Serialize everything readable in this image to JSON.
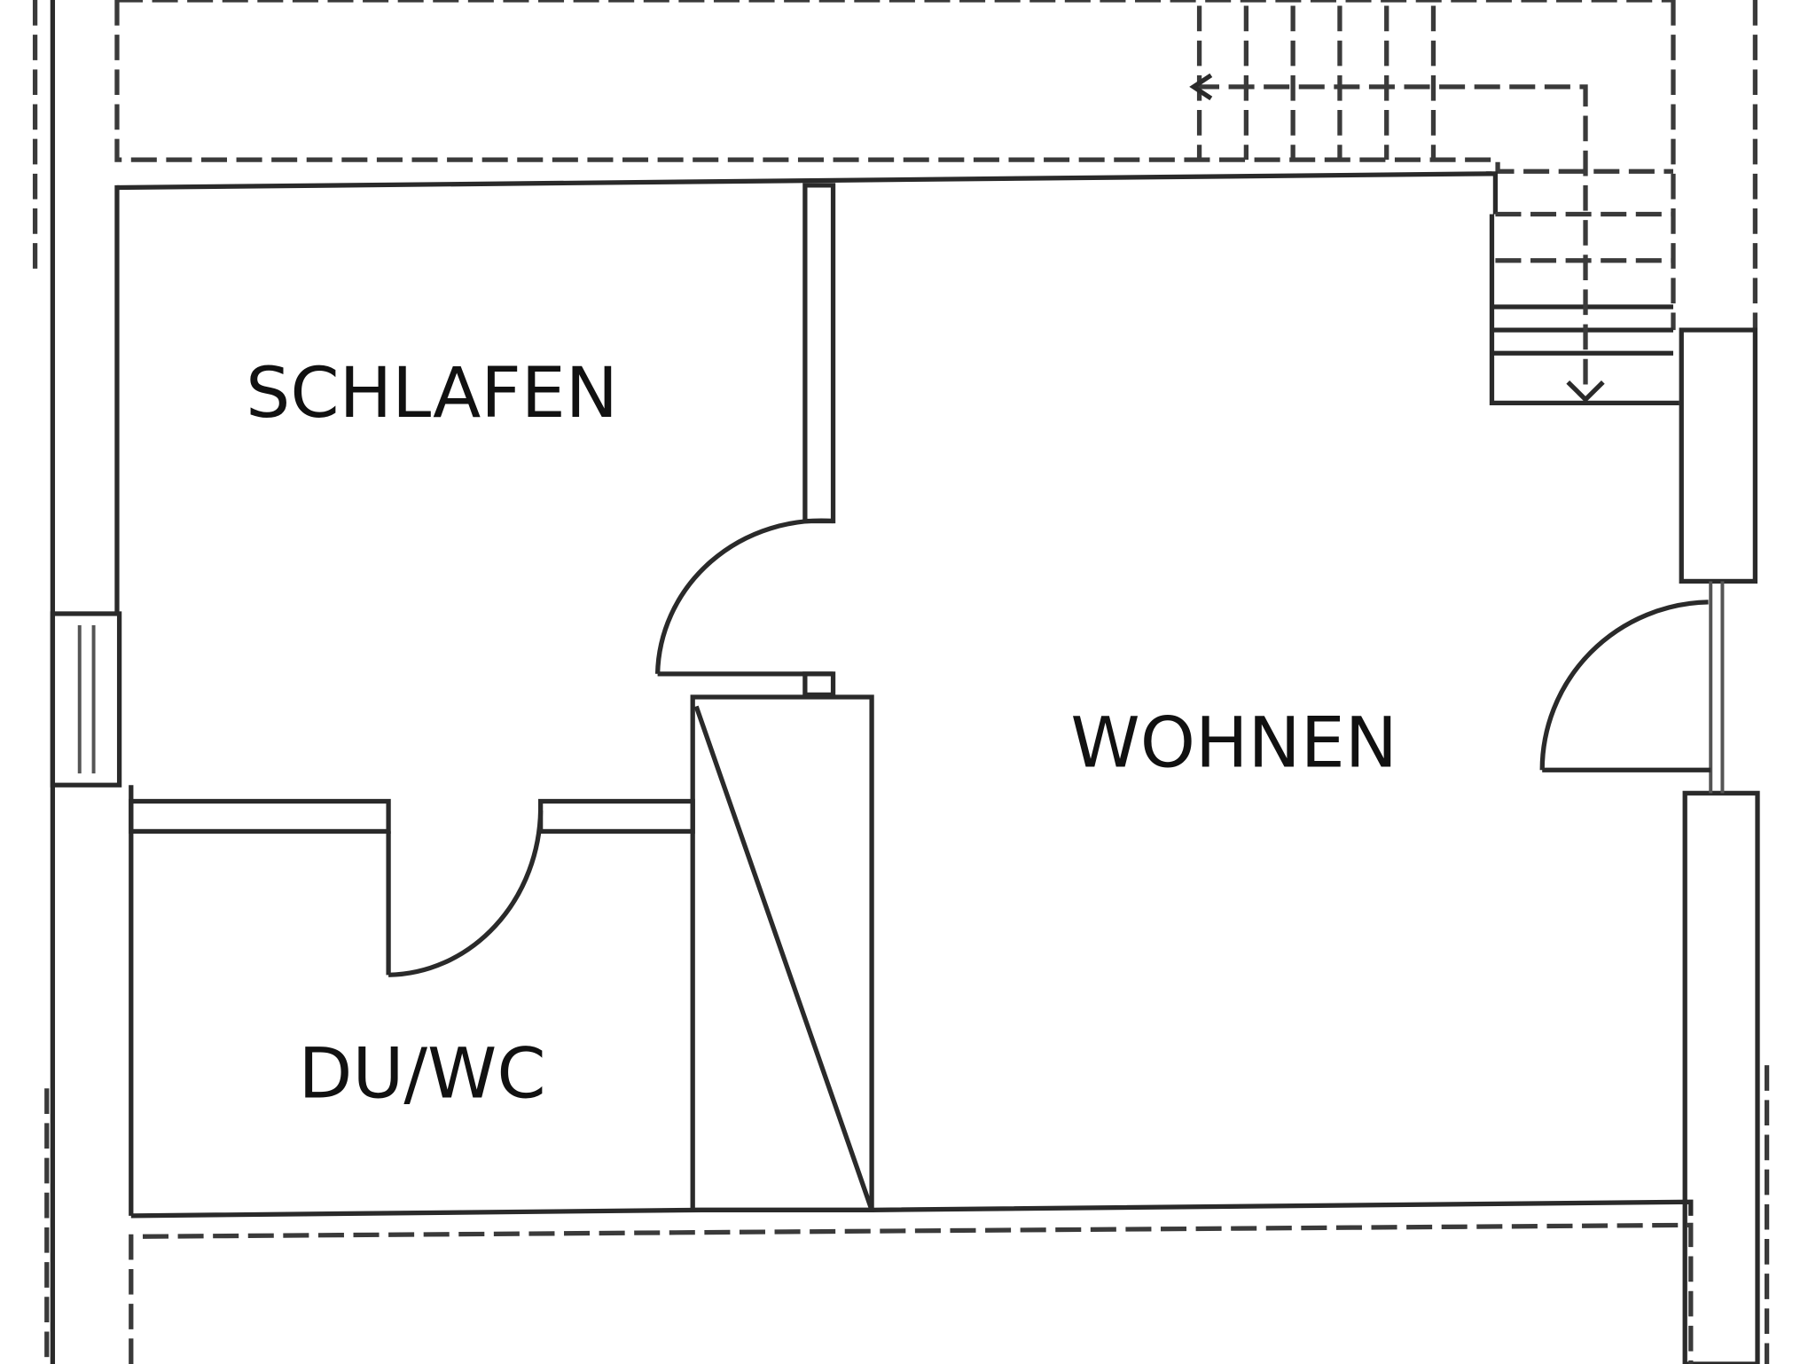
{
  "plan": {
    "rooms": [
      {
        "id": "schlafen",
        "label": "SCHLAFEN"
      },
      {
        "id": "wohnen",
        "label": "WOHNEN"
      },
      {
        "id": "du-wc",
        "label": "DU/WC"
      }
    ]
  },
  "colors": {
    "line": "#2a2a2a",
    "background": "#ffffff"
  }
}
